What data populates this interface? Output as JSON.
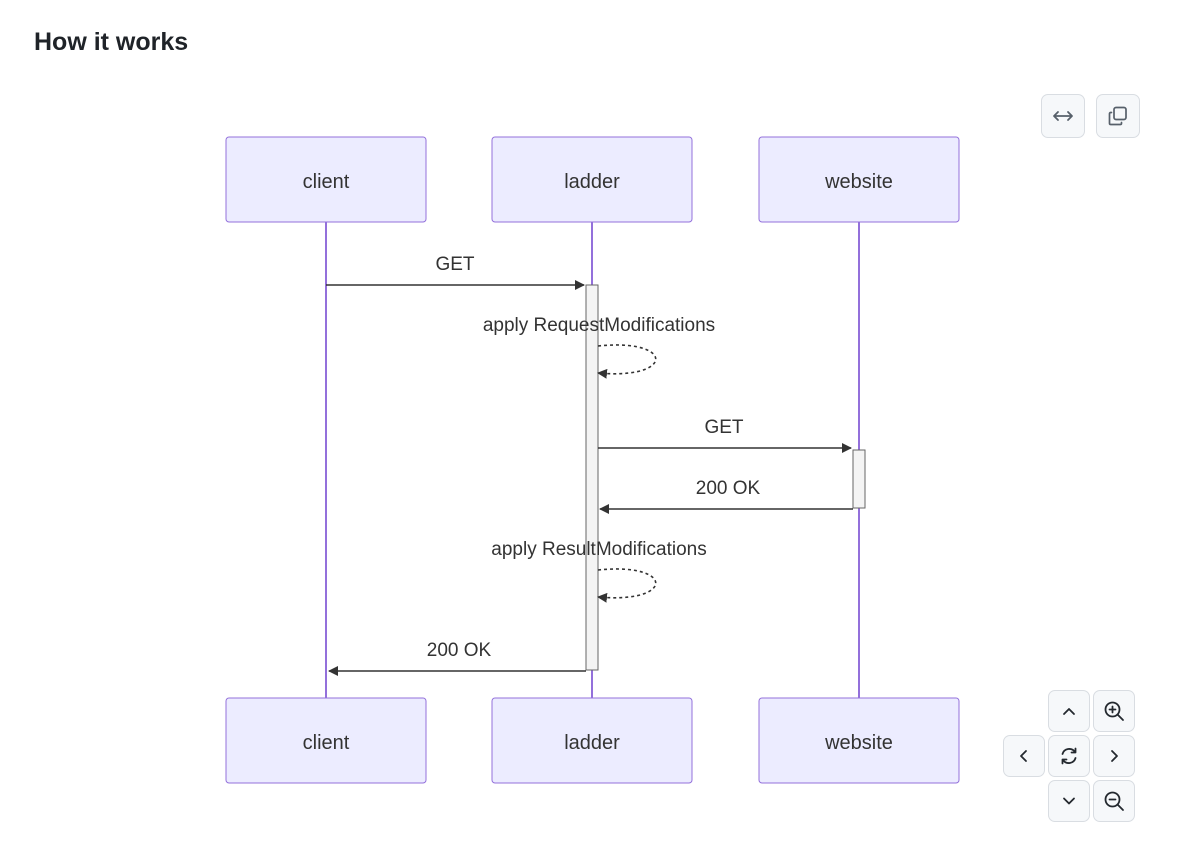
{
  "page": {
    "title": "How it works"
  },
  "actors": [
    {
      "id": "client",
      "label": "client"
    },
    {
      "id": "ladder",
      "label": "ladder"
    },
    {
      "id": "website",
      "label": "website"
    }
  ],
  "messages": [
    {
      "from": "client",
      "to": "ladder",
      "label": "GET",
      "style": "solid"
    },
    {
      "from": "ladder",
      "to": "ladder",
      "label": "apply RequestModifications",
      "style": "dashed"
    },
    {
      "from": "ladder",
      "to": "website",
      "label": "GET",
      "style": "solid"
    },
    {
      "from": "website",
      "to": "ladder",
      "label": "200 OK",
      "style": "solid"
    },
    {
      "from": "ladder",
      "to": "ladder",
      "label": "apply ResultModifications",
      "style": "dashed"
    },
    {
      "from": "ladder",
      "to": "client",
      "label": "200 OK",
      "style": "solid"
    }
  ],
  "toolbar": {
    "buttons": [
      "expand-icon",
      "copy-icon"
    ]
  },
  "nav_controls": {
    "buttons": [
      "pan-up",
      "zoom-in",
      "pan-left",
      "reset",
      "pan-right",
      "pan-down",
      "zoom-out"
    ]
  },
  "colors": {
    "actor_fill": "#ececff",
    "actor_stroke": "#9370db",
    "lifeline": "#9370db",
    "activation_fill": "#f4f4f4",
    "activation_stroke": "#666666",
    "message": "#333333",
    "button_bg": "#f6f8fa",
    "button_border": "#d9dde2"
  }
}
